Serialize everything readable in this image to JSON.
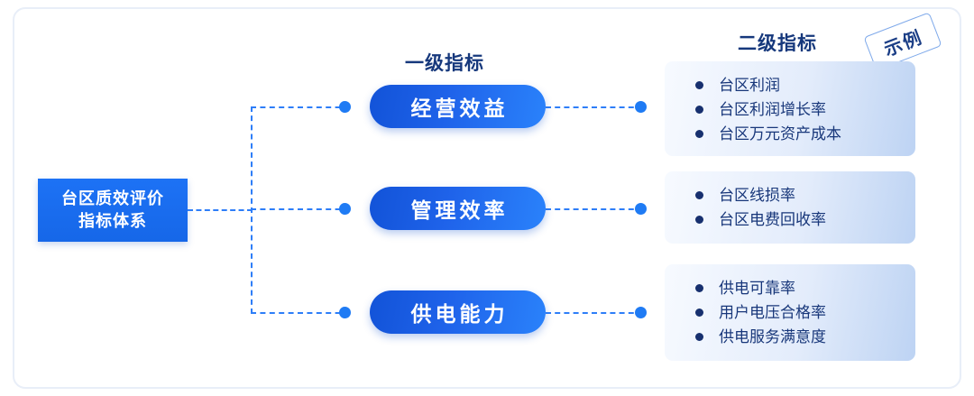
{
  "headers": {
    "level1": "一级指标",
    "level2": "二级指标"
  },
  "stamp": {
    "label": "示例"
  },
  "root": {
    "line1": "台区质效评价",
    "line2": "指标体系"
  },
  "branches": [
    {
      "pill_label": "经营效益",
      "items": [
        "台区利润",
        "台区利润增长率",
        "台区万元资产成本"
      ]
    },
    {
      "pill_label": "管理效率",
      "items": [
        "台区线损率",
        "台区电费回收率"
      ]
    },
    {
      "pill_label": "供电能力",
      "items": [
        "供电可靠率",
        "用户电压合格率",
        "供电服务满意度"
      ]
    }
  ],
  "colors": {
    "accent_blue": "#1f7bf4",
    "pill_gradient_start": "#1253d8",
    "pill_gradient_end": "#2a82fb",
    "root_blue": "#1d72f5",
    "panel_gradient_start": "#f7faff",
    "panel_gradient_end": "#bdd3f3",
    "text_navy": "#18377a",
    "header_navy": "#16387c",
    "frame_border": "#e8eef8"
  }
}
